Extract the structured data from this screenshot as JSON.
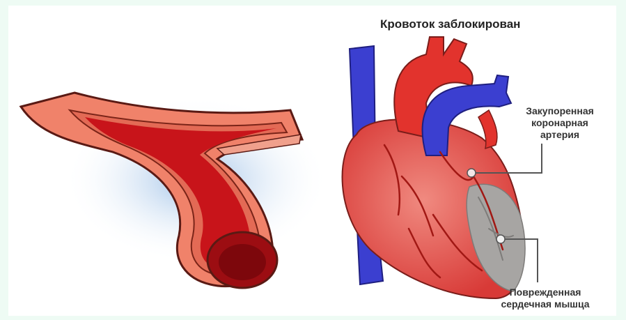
{
  "title": "Кровоток заблокирован",
  "labels": {
    "blocked_artery": [
      "Закупоренная",
      "коронарная",
      "артерия"
    ],
    "damaged_muscle": [
      "Поврежденная",
      "сердечная мышца"
    ]
  },
  "colors": {
    "artery_wall": "#f0826a",
    "blood": "#c8141a",
    "vein": "#3b3fd0",
    "heart": "#e8534d",
    "damage": "#a7a5a3",
    "shadow": "#a9c9ea"
  }
}
